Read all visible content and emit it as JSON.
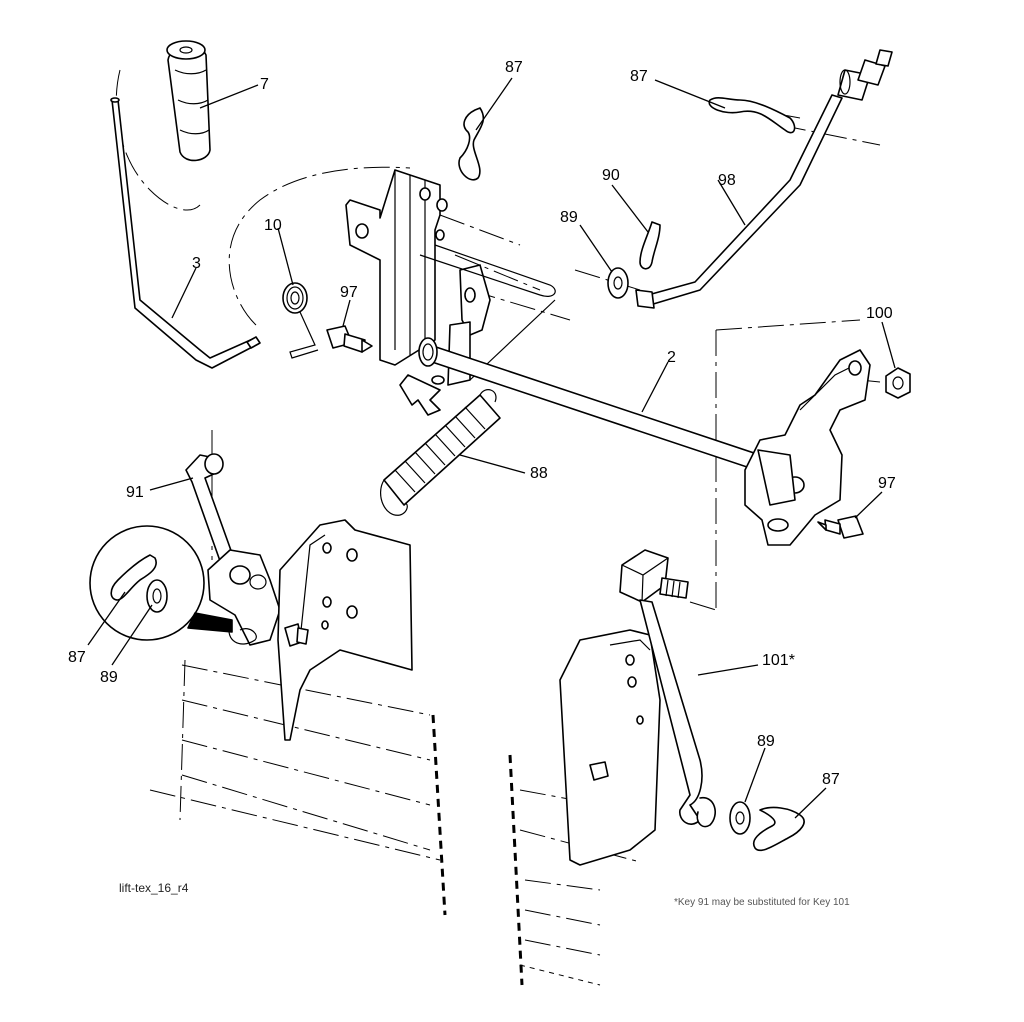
{
  "figure_id": "lift-tex_16_r4",
  "footnote": "*Key 91 may be substituted for Key 101",
  "callouts": [
    {
      "id": "c7a",
      "label": "7"
    },
    {
      "id": "c87a",
      "label": "87"
    },
    {
      "id": "c87b",
      "label": "87"
    },
    {
      "id": "c90",
      "label": "90"
    },
    {
      "id": "c98",
      "label": "98"
    },
    {
      "id": "c89a",
      "label": "89"
    },
    {
      "id": "c10",
      "label": "10"
    },
    {
      "id": "c3",
      "label": "3"
    },
    {
      "id": "c97a",
      "label": "97"
    },
    {
      "id": "c100",
      "label": "100"
    },
    {
      "id": "c2",
      "label": "2"
    },
    {
      "id": "c88",
      "label": "88"
    },
    {
      "id": "c91",
      "label": "91"
    },
    {
      "id": "c97b",
      "label": "97"
    },
    {
      "id": "c87c",
      "label": "87"
    },
    {
      "id": "c89b",
      "label": "89"
    },
    {
      "id": "c101",
      "label": "101*"
    },
    {
      "id": "c89c",
      "label": "89"
    },
    {
      "id": "c87d",
      "label": "87"
    }
  ]
}
